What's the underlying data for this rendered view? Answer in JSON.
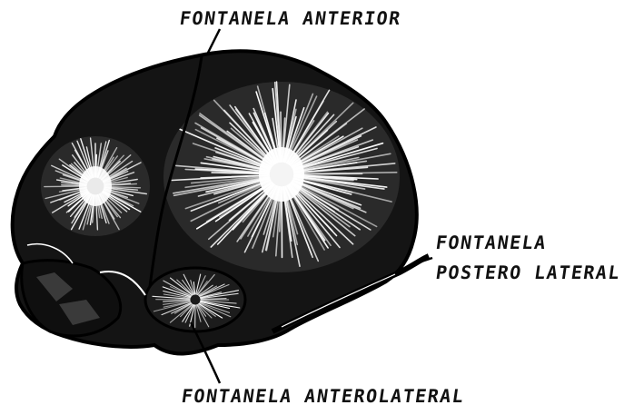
{
  "labels": {
    "anterior": "FONTANELA ANTERIOR",
    "postero_lateral_line1": "FONTANELA",
    "postero_lateral_line2": "POSTERO LATERAL",
    "anterolateral": "FONTANELA ANTEROLATERAL"
  },
  "colors": {
    "ink": "#111111",
    "bone": "#ffffff",
    "background": "#ffffff"
  }
}
